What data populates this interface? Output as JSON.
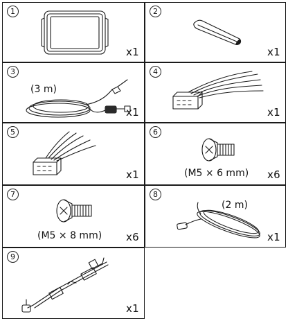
{
  "items": [
    {
      "number": "1",
      "quantity": "x1",
      "note": ""
    },
    {
      "number": "2",
      "quantity": "x1",
      "note": ""
    },
    {
      "number": "3",
      "quantity": "x1",
      "note": "(3 m)"
    },
    {
      "number": "4",
      "quantity": "x1",
      "note": ""
    },
    {
      "number": "5",
      "quantity": "x1",
      "note": ""
    },
    {
      "number": "6",
      "quantity": "x6",
      "note": "(M5 × 6 mm)"
    },
    {
      "number": "7",
      "quantity": "x6",
      "note": "(M5 × 8 mm)"
    },
    {
      "number": "8",
      "quantity": "x1",
      "note": "(2 m)"
    },
    {
      "number": "9",
      "quantity": "x1",
      "note": ""
    }
  ],
  "icons": [
    "trim-frame-icon",
    "extraction-key-icon",
    "microphone-cable-icon",
    "wiring-harness-icon",
    "wiring-harness-icon",
    "flat-head-screw-icon",
    "flat-head-screw-icon",
    "antenna-cable-icon",
    "power-cable-icon"
  ]
}
